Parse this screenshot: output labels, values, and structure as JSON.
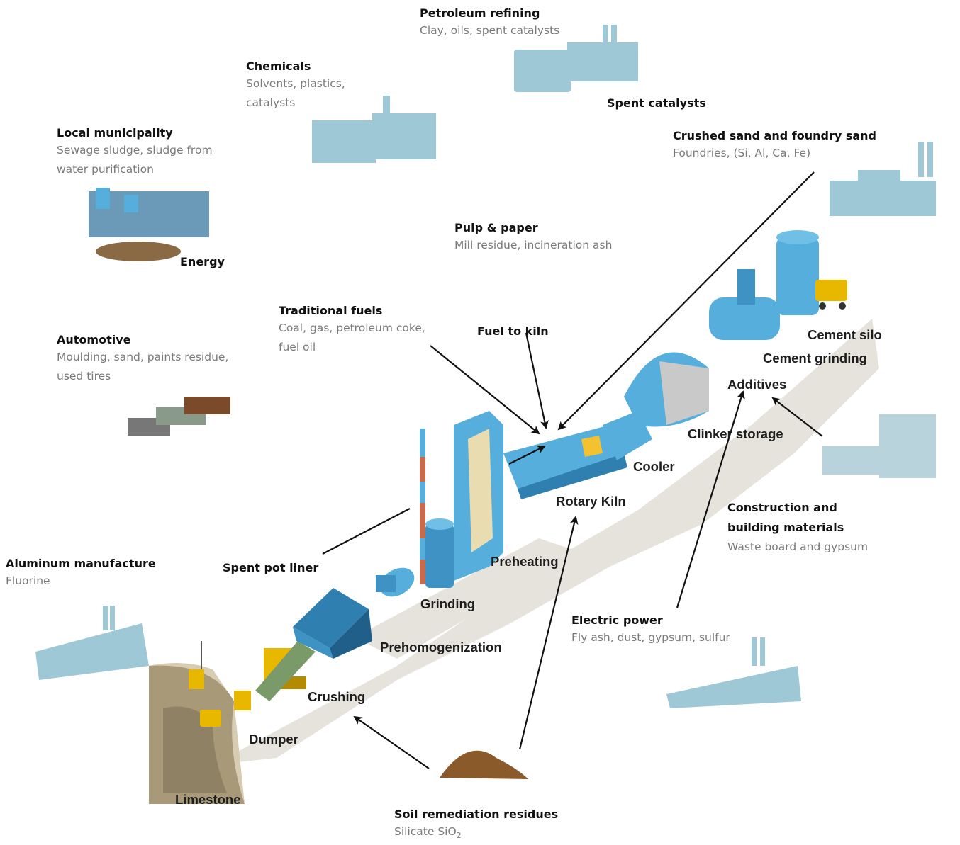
{
  "sources": {
    "petroleum": {
      "title": "Petroleum refining",
      "desc": "Clay, oils, spent catalysts"
    },
    "chemicals": {
      "title": "Chemicals",
      "desc": "Solvents, plastics,\ncatalysts"
    },
    "municipality": {
      "title": "Local municipality",
      "desc": "Sewage sludge, sludge from\nwater purification"
    },
    "energy": {
      "title": "Energy"
    },
    "spent_catalysts": {
      "title": "Spent catalysts"
    },
    "foundry": {
      "title": "Crushed sand and foundry sand",
      "desc": "Foundries, (Si, Al, Ca, Fe)"
    },
    "pulp": {
      "title": "Pulp & paper",
      "desc": "Mill residue, incineration ash"
    },
    "traditional_fuels": {
      "title": "Traditional fuels",
      "desc": "Coal, gas, petroleum coke,\nfuel oil"
    },
    "fuel_to_kiln": {
      "title": "Fuel to kiln"
    },
    "automotive": {
      "title": "Automotive",
      "desc": "Moulding, sand, paints residue,\nused tires"
    },
    "construction": {
      "title": "Construction and\nbuilding materials",
      "desc": "Waste board and gypsum"
    },
    "aluminum": {
      "title": "Aluminum manufacture",
      "desc": "Fluorine"
    },
    "spent_pot_liner": {
      "title": "Spent pot liner"
    },
    "electric_power": {
      "title": "Electric power",
      "desc": "Fly ash, dust, gypsum, sulfur"
    },
    "soil": {
      "title": "Soil remediation residues",
      "desc_main": "Silicate SiO",
      "desc_sub": "2"
    }
  },
  "process": {
    "cement_silo": "Cement silo",
    "cement_grinding": "Cement grinding",
    "additives": "Additives",
    "clinker_storage": "Clinker storage",
    "cooler": "Cooler",
    "rotary_kiln": "Rotary Kiln",
    "preheating": "Preheating",
    "grinding": "Grinding",
    "prehomogenization": "Prehomogenization",
    "crushing": "Crushing",
    "dumper": "Dumper",
    "limestone": "Limestone"
  },
  "colors": {
    "equipment": "#56aedc",
    "equipment_dark": "#2f7fb0",
    "factory": "#9fc8d6",
    "shadow": "#e4e1d9",
    "quarry": "#a89a78",
    "machinery": "#e8b800",
    "soil": "#8a5a2b"
  }
}
